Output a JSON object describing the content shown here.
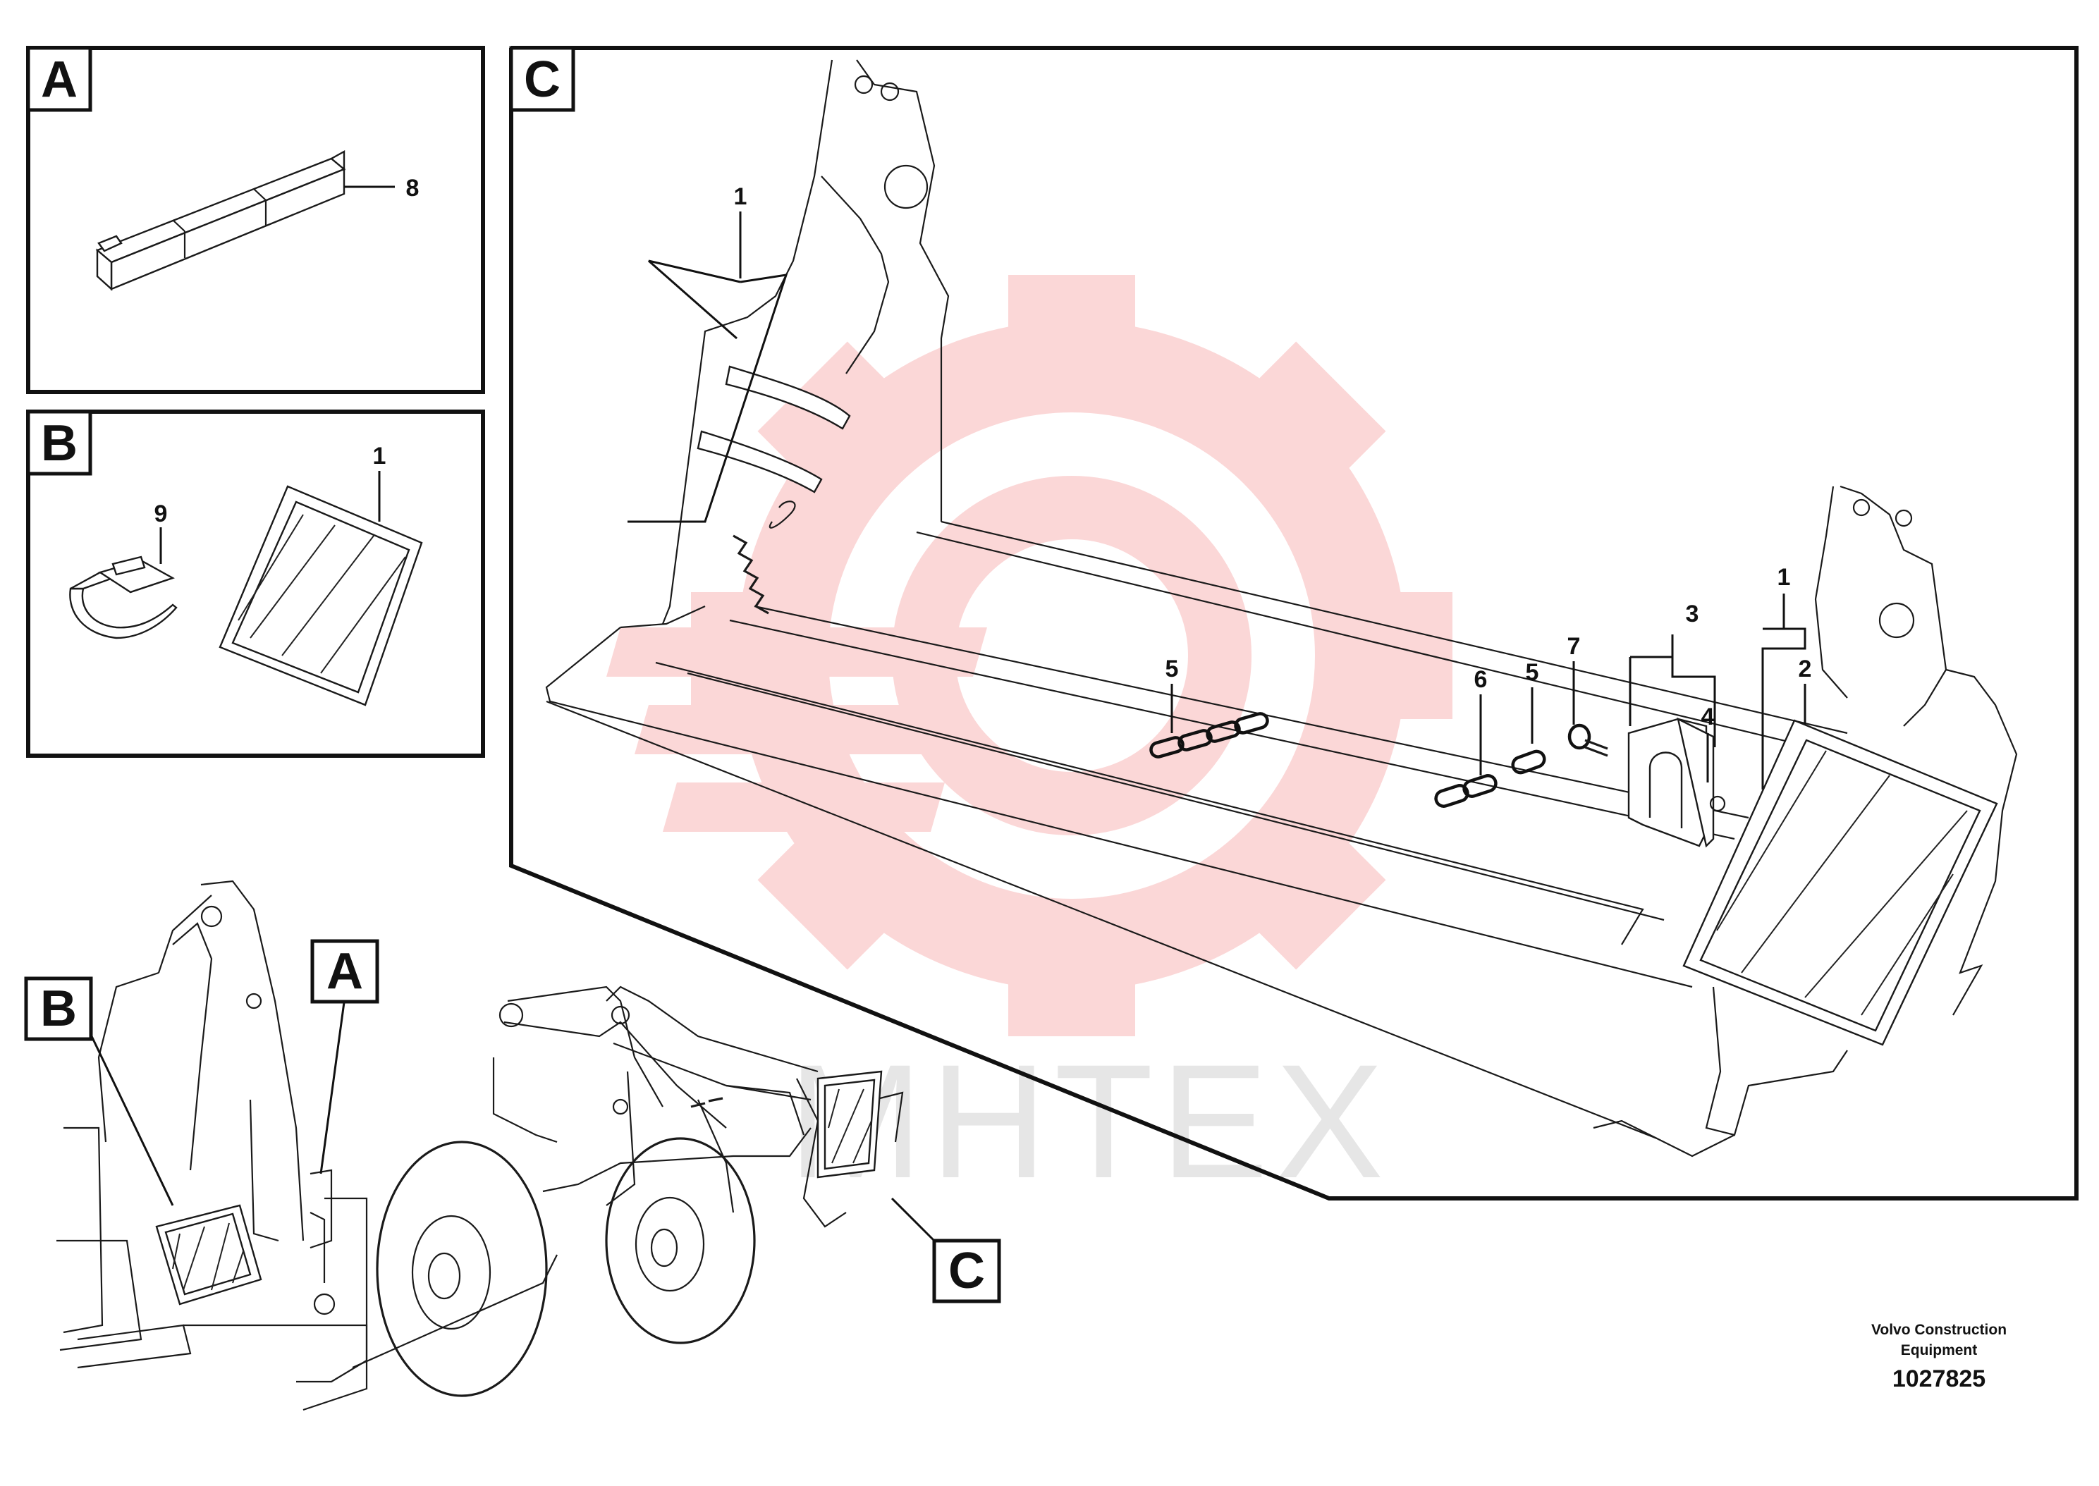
{
  "panels": {
    "A": {
      "label": "A",
      "callouts": [
        "8"
      ]
    },
    "B": {
      "label": "B",
      "callouts": [
        "9",
        "1"
      ]
    },
    "C": {
      "label": "C",
      "callouts": [
        "1",
        "5",
        "6",
        "5",
        "7",
        "3",
        "4",
        "1",
        "2"
      ]
    }
  },
  "overview": {
    "labels": [
      "B",
      "A",
      "C"
    ]
  },
  "watermark": {
    "text": "MHTEX",
    "color": "#f08080"
  },
  "credit": {
    "line1": "Volvo Construction",
    "line2": "Equipment",
    "doc_number": "1027825"
  }
}
